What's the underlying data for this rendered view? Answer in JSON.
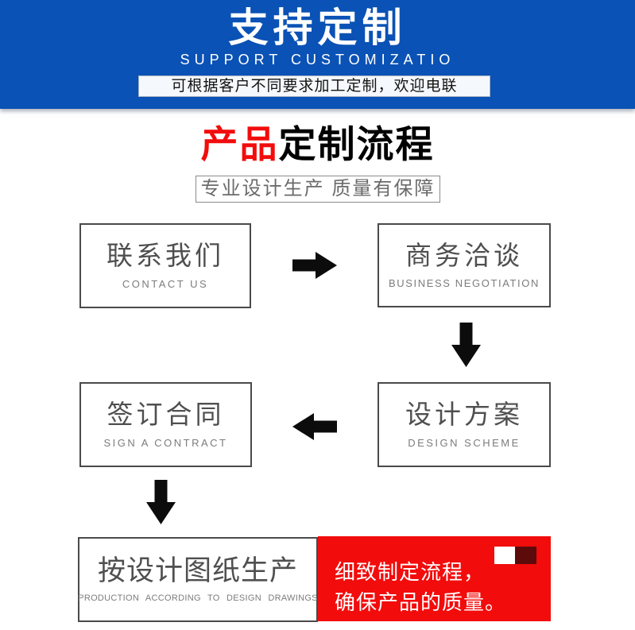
{
  "colors": {
    "banner-blue": "#0a52b5",
    "accent-red": "#f20c0c",
    "deco-maroon": "#5c0a0a"
  },
  "banner": {
    "title": "支持定制",
    "subtitle": "SUPPORT CUSTOMIZATIO",
    "tagline": "可根据客户不同要求加工定制，欢迎电联"
  },
  "section_title": {
    "red_part": "产品",
    "black_part": "定制流程",
    "subtitle": "专业设计生产 质量有保障"
  },
  "flow": {
    "steps": [
      {
        "zh": "联系我们",
        "en": "CONTACT US"
      },
      {
        "zh": "商务洽谈",
        "en": "BUSINESS NEGOTIATION"
      },
      {
        "zh": "签订合同",
        "en": "SIGN A CONTRACT"
      },
      {
        "zh": "设计方案",
        "en": "DESIGN SCHEME"
      },
      {
        "zh": "按设计图纸生产",
        "en": "PRODUCTION ACCORDING TO DESIGN DRAWINGS"
      }
    ],
    "note": {
      "line1": "细致制定流程，",
      "line2": "确保产品的质量。"
    }
  }
}
